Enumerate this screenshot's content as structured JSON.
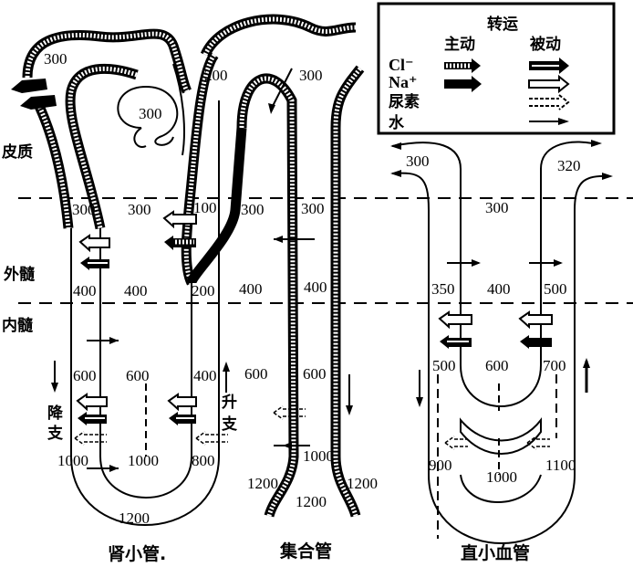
{
  "diagram": {
    "zones": {
      "cortex": "皮质",
      "outer_medulla": "外髓",
      "inner_medulla": "内髓"
    },
    "captions": {
      "nephron": "肾小管.",
      "collecting_duct": "集合管",
      "vasa_recta": "直小血管"
    },
    "limb_labels": {
      "descending": "降支",
      "ascending": "升支"
    },
    "legend": {
      "title": "转运",
      "active": "主动",
      "passive": "被动",
      "rows": [
        {
          "solute": "Cl⁻",
          "active": "striped-arrow",
          "passive": "double-line-arrow"
        },
        {
          "solute": "Na⁺",
          "active": "solid-arrow",
          "passive": "hollow-arrow"
        },
        {
          "solute": "尿素",
          "active": "",
          "passive": "dashed-hollow-arrow"
        },
        {
          "solute": "水",
          "active": "",
          "passive": "thin-arrow"
        }
      ]
    },
    "osmolality": {
      "nephron_cortex_top": "300",
      "glomerulus": "300",
      "distal_cortex": "200",
      "collecting_top": "300",
      "desc_limb_300": "300",
      "interstitium_300": "300",
      "asc_thick_100": "100",
      "interstitium_300b": "300",
      "collect_300": "300",
      "desc_limb_400": "400",
      "interstitium_400": "400",
      "asc_thick_200": "200",
      "interstitium_400b": "400",
      "collect_400": "400",
      "desc_limb_600": "600",
      "interstitium_600": "600",
      "asc_limb_400": "400",
      "interstitium_600b": "600",
      "collect_600": "600",
      "desc_limb_1000": "1000",
      "interstitium_1000": "1000",
      "asc_limb_800": "800",
      "collect_1000": "1000",
      "loop_tip_1200": "1200",
      "collect_1200_left": "1200",
      "collect_1200_mid": "1200",
      "collect_1200_right": "1200",
      "vr_300_in": "300",
      "vr_320_out": "320",
      "vr_interstitium_300": "300",
      "vr_350": "350",
      "vr_400": "400",
      "vr_500": "500",
      "vr_500b": "500",
      "vr_600": "600",
      "vr_700": "700",
      "vr_900": "900",
      "vr_1000": "1000",
      "vr_1100": "1100"
    }
  }
}
